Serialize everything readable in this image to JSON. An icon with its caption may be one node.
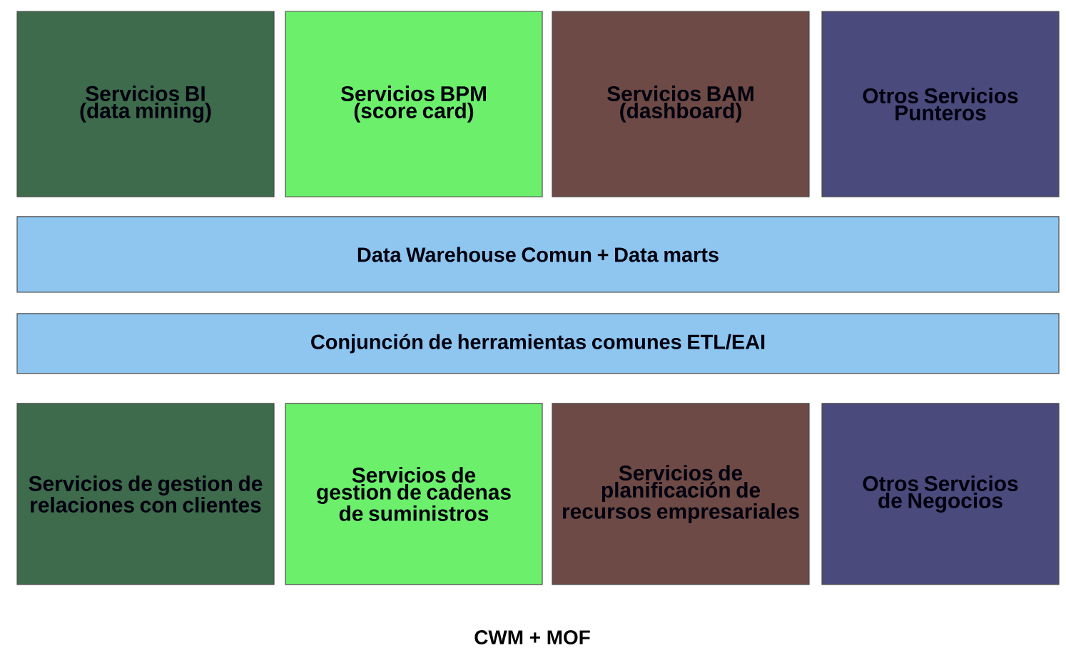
{
  "diagram": {
    "nodes": [
      {
        "text": [
          "Servicios BI (data mining)"
        ]
      },
      {
        "text": [
          "Servicios BPM (score card)"
        ]
      },
      {
        "text": [
          "Servicios BAM (dashboard)"
        ]
      },
      {
        "text": [
          "Otros Servicios Punteros"
        ]
      },
      {
        "text": [
          "Data Warehouse Comun + Data marts"
        ]
      },
      {
        "text": [
          "Conjunción de herramientas comunes ETL/EAI"
        ]
      },
      {
        "text": [
          "Servicios de gestion de relaciones con clientes"
        ]
      },
      {
        "text": [
          "Servicios de gestion de cadenas de suministros"
        ]
      },
      {
        "text": [
          "Servicios de planificación de recursos empresariales"
        ]
      },
      {
        "text": [
          "Otros Servicios de Negocios"
        ]
      }
    ],
    "labels": [
      "CWM + MOF"
    ]
  }
}
